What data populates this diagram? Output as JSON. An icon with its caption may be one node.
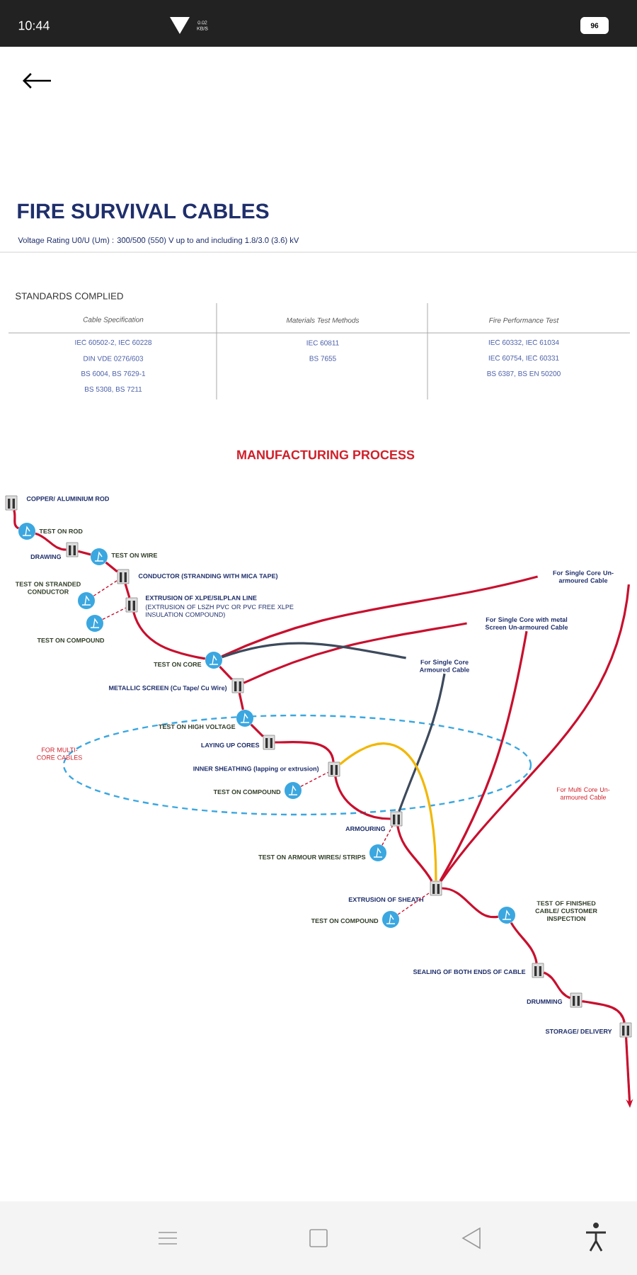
{
  "diagram": {
    "title": "FIRE SURVIVAL CABLES",
    "nodes": [
      {
        "text": [],
        "shape": "picture",
        "beside": [
          "COPPER/ ALUMINIUM ROD"
        ]
      },
      {
        "text": [],
        "shape": "circle",
        "beside": [
          "TEST ON ROD"
        ]
      },
      {
        "text": [],
        "shape": "picture",
        "beside": [
          "DRAWING"
        ]
      },
      {
        "text": [],
        "shape": "circle",
        "beside": [
          "TEST ON WIRE"
        ]
      },
      {
        "text": [],
        "shape": "picture",
        "beside": [
          "CONDUCTOR (STRANDING WITH MICA TAPE)"
        ]
      },
      {
        "text": [],
        "shape": "circle",
        "beside": [
          "TEST ON STRANDED CONDUCTOR"
        ]
      },
      {
        "text": [],
        "shape": "picture",
        "beside": [
          "EXTRUSION OF XLPE/SILPLAN LINE",
          "(EXTRUSION OF LSZH PVC OR PVC FREE XLPE INSULATION COMPOUND)"
        ]
      },
      {
        "text": [],
        "shape": "circle",
        "beside": [
          "TEST ON COMPOUND"
        ]
      },
      {
        "text": [],
        "shape": "circle",
        "beside": [
          "TEST ON CORE"
        ]
      },
      {
        "text": [],
        "shape": "picture",
        "beside": [
          "METALLIC SCREEN (Cu Tape/ Cu Wire)"
        ]
      },
      {
        "text": [
          "FOR MULTI-CORE CABLES"
        ]
      },
      {
        "text": [],
        "shape": "circle",
        "beside": [
          "TEST ON HIGH VOLTAGE"
        ]
      },
      {
        "text": [],
        "shape": "picture",
        "beside": [
          "LAYING UP CORES"
        ],
        "in": 10
      },
      {
        "text": [],
        "shape": "picture",
        "beside": [
          "INNER SHEATHING (lapping or extrusion)"
        ],
        "in": 10
      },
      {
        "text": [],
        "shape": "circle",
        "beside": [
          "TEST ON COMPOUND"
        ],
        "in": 10
      },
      {
        "text": [],
        "shape": "picture",
        "beside": [
          "ARMOURING"
        ]
      },
      {
        "text": [],
        "shape": "circle",
        "beside": [
          "TEST ON ARMOUR WIRES/ STRIPS"
        ]
      },
      {
        "text": [],
        "shape": "picture",
        "beside": [
          "EXTRUSION OF SHEATH"
        ]
      },
      {
        "text": [],
        "shape": "circle",
        "beside": [
          "TEST ON COMPOUND"
        ]
      },
      {
        "text": [],
        "shape": "circle",
        "beside": [
          "TEST OF FINISHED CABLE/ CUSTOMER INSPECTION"
        ]
      },
      {
        "text": [],
        "shape": "picture",
        "beside": [
          "SEALING OF BOTH ENDS OF CABLE"
        ]
      },
      {
        "text": [],
        "shape": "picture",
        "beside": [
          "DRUMMING"
        ]
      },
      {
        "text": [],
        "shape": "picture",
        "beside": [
          "STORAGE/ DELIVERY"
        ]
      },
      {
        "text": [
          "For Single Core Un-armoured Cable"
        ]
      },
      {
        "text": [
          "For Single Core with metal Screen Un-armoured Cable"
        ]
      },
      {
        "text": [
          "For Single Core Armoured Cable"
        ]
      }
    ],
    "edges": [
      {
        "from": 0,
        "to": 1,
        "arrow": "none"
      },
      {
        "from": 1,
        "to": 2,
        "arrow": "none"
      },
      {
        "from": 2,
        "to": 3,
        "arrow": "none"
      },
      {
        "from": 3,
        "to": 4,
        "arrow": "none"
      },
      {
        "from": 4,
        "to": 6,
        "arrow": "none"
      },
      {
        "from": 5,
        "to": 4,
        "arrow": "none",
        "style": "dashed"
      },
      {
        "from": 7,
        "to": 6,
        "arrow": "none",
        "style": "dashed"
      },
      {
        "from": 6,
        "to": 8,
        "arrow": "none"
      },
      {
        "from": 8,
        "to": 9,
        "arrow": "none"
      },
      {
        "from": 9,
        "to": 11,
        "arrow": "none"
      },
      {
        "from": 11,
        "to": 12,
        "arrow": "none"
      },
      {
        "from": 12,
        "to": 13,
        "arrow": "none"
      },
      {
        "from": 14,
        "to": 13,
        "arrow": "none",
        "style": "dashed"
      },
      {
        "from": 13,
        "to": 15,
        "arrow": "none"
      },
      {
        "from": 16,
        "to": 15,
        "arrow": "none",
        "style": "dashed"
      },
      {
        "from": 15,
        "to": 17,
        "arrow": "none"
      },
      {
        "from": 18,
        "to": 17,
        "arrow": "none",
        "style": "dashed"
      },
      {
        "from": 17,
        "to": 19,
        "arrow": "none"
      },
      {
        "from": 19,
        "to": 20,
        "arrow": "none"
      },
      {
        "from": 20,
        "to": 21,
        "arrow": "none"
      },
      {
        "from": 21,
        "to": 22,
        "arrow": "none"
      },
      {
        "from": 22,
        "to": null,
        "arrow": "to"
      },
      {
        "from": 8,
        "to": 23,
        "arrow": "none"
      },
      {
        "from": 23,
        "to": 17,
        "arrow": "none"
      },
      {
        "from": 9,
        "to": 24,
        "arrow": "none"
      },
      {
        "from": 24,
        "to": 17,
        "arrow": "none"
      },
      {
        "from": 8,
        "to": 25,
        "arrow": "none",
        "color": "#3d4a5c"
      },
      {
        "from": 25,
        "to": 15,
        "arrow": "none",
        "color": "#3d4a5c"
      },
      {
        "from": 13,
        "to": 17,
        "arrow": "none",
        "color": "#f2b705"
      }
    ],
    "labels": [
      "10:44",
      "0.02 KB/S",
      "96",
      "Voltage Rating U0/U (Um) : 300/500 (550) V up to and including 1.8/3.0 (3.6) kV",
      "STANDARDS COMPLIED",
      "Cable Specification",
      "Materials Test Methods",
      "Fire Performance Test",
      "IEC 60502-2, IEC 60228",
      "IEC 60811",
      "IEC 60332, IEC 61034",
      "DIN VDE 0276/603",
      "BS 7655",
      "IEC 60754, IEC 60331",
      "BS 6004, BS 7629-1",
      "BS 6387, BS EN 50200",
      "BS 5308, BS 7211",
      "MANUFACTURING PROCESS",
      "For Multi Core Un-armoured Cable"
    ]
  }
}
